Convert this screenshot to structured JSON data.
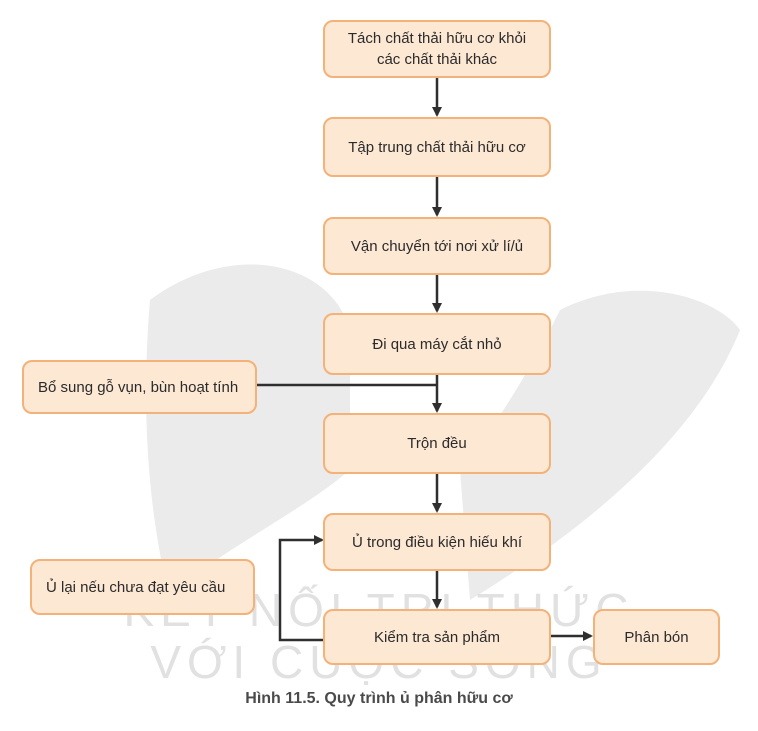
{
  "steps": {
    "s1": "Tách chất thải hữu cơ khỏi các chất thải khác",
    "s2": "Tập trung chất thải hữu cơ",
    "s3": "Vận chuyển tới nơi xử lí/ủ",
    "s4": "Đi qua máy cắt nhỏ",
    "s5": "Trộn đều",
    "s6": "Ủ trong điều kiện hiếu khí",
    "s7": "Kiểm tra sản phẩm",
    "s8": "Phân bón"
  },
  "side": {
    "additive": "Bổ sung gỗ vụn, bùn hoạt tính",
    "recompost": "Ủ lại nếu chưa đạt yêu cầu"
  },
  "watermark": {
    "line1": "KẾT NỐI TRI THỨC",
    "line2": "VỚI CUỘC SỐNG"
  },
  "caption": "Hình 11.5. Quy trình ủ phân hữu cơ",
  "colors": {
    "box_fill": "#fde8d4",
    "box_border": "#f2b27a",
    "arrow": "#2f2f2f",
    "watermark": "#c9c9c9"
  }
}
